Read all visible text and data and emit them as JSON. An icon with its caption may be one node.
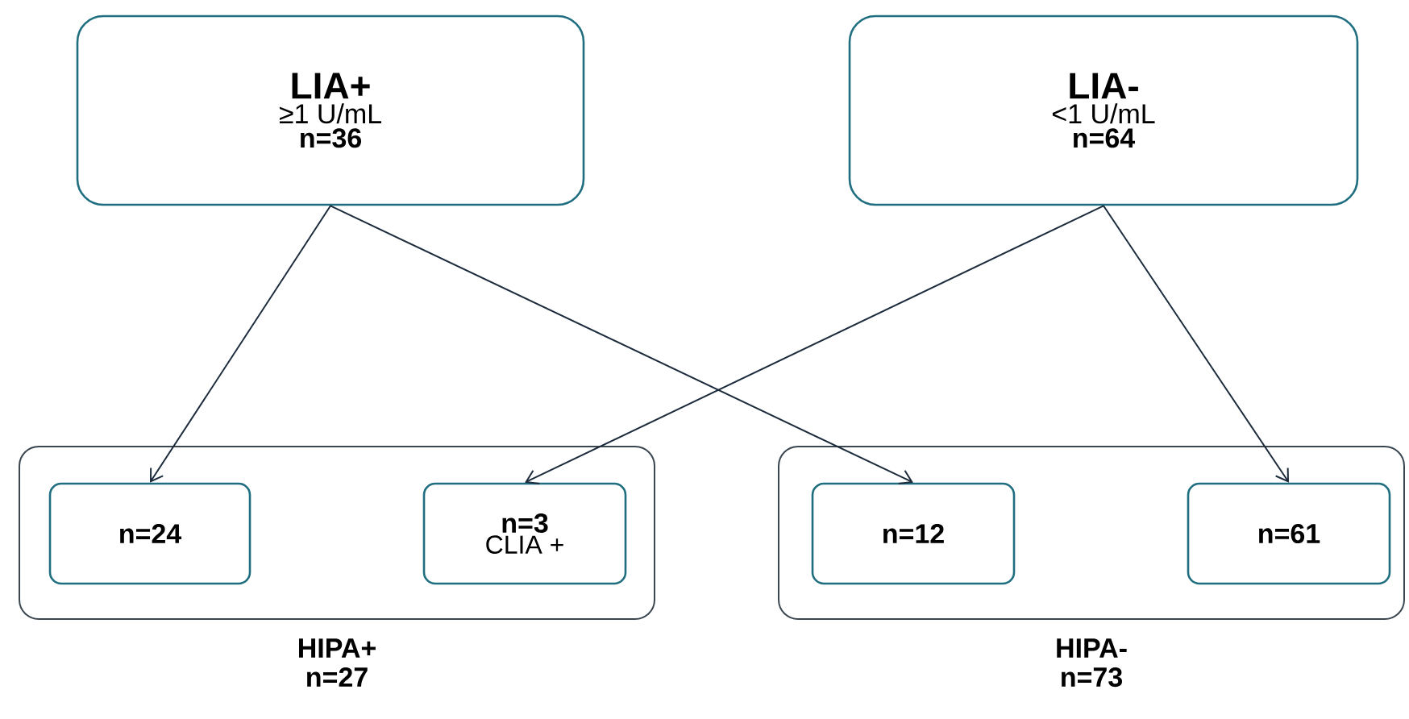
{
  "diagram": {
    "nodes": [
      {
        "text": [
          "LIA+",
          "≥1 U/mL",
          "n=36"
        ]
      },
      {
        "text": [
          "LIA-",
          "<1 U/mL",
          "n=64"
        ]
      },
      {
        "text": [
          "HIPA+",
          "n=27"
        ]
      },
      {
        "text": [
          "n=24"
        ],
        "in": 2
      },
      {
        "text": [
          "n=3",
          "CLIA +"
        ],
        "in": 2
      },
      {
        "text": [
          "HIPA-",
          "n=73"
        ]
      },
      {
        "text": [
          "n=12"
        ],
        "in": 5
      },
      {
        "text": [
          "n=61"
        ],
        "in": 5
      }
    ],
    "edges": [
      {
        "from": 0,
        "to": 3,
        "arrow": "to"
      },
      {
        "from": 0,
        "to": 6,
        "arrow": "to"
      },
      {
        "from": 1,
        "to": 4,
        "arrow": "to"
      },
      {
        "from": 1,
        "to": 7,
        "arrow": "to"
      }
    ]
  }
}
